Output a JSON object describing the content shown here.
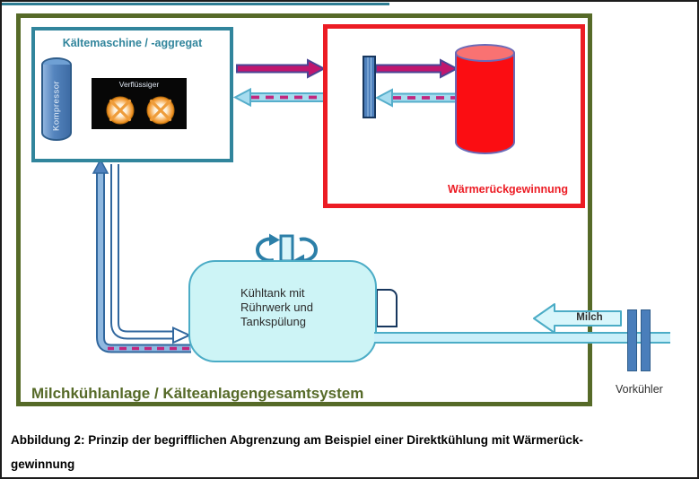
{
  "refrigeration_unit": {
    "title": "Kältemaschine / -aggregat",
    "compressor_label": "Kompressor",
    "condenser_label": "Verflüssiger"
  },
  "heat_recovery": {
    "label": "Wärmerückgewinnung"
  },
  "tank": {
    "lines": [
      "Kühltank mit",
      "Rührwerk und",
      "Tankspülung"
    ]
  },
  "milk": {
    "label": "Milch"
  },
  "precooler": {
    "label": "Vorkühler"
  },
  "system": {
    "label": "Milchkühlanlage / Kälteanlagengesamtsystem"
  },
  "caption": {
    "line1": "Abbildung 2: Prinzip der begrifflichen Abgrenzung am Beispiel einer Direktkühlung mit Wärmerück-",
    "line2": "gewinnung"
  },
  "icons": {
    "stirrer": "rotation-arrows-icon",
    "condenser_fans": "fan-cross-circle-icon",
    "hot_flow": "right-arrow-solid",
    "return_flow": "left-arrow-dashed"
  },
  "colors": {
    "frame_border": "#1C1C1C",
    "system_border_green": "#566A28",
    "unit_border_teal": "#31859C",
    "heat_recovery_red": "#EC1C24",
    "hot_flow_magenta": "#C0166E",
    "hot_flow_outline_purple": "#4A4494",
    "cold_flow_cyan": "#A6DCEF",
    "pipe_steel_blue": "#4F81BD",
    "tank_fill": "#CDF4F6",
    "tank_border": "#4BACC6",
    "cylinder_red": "#FB0D12",
    "fan_orange": "#EE9D3C"
  }
}
